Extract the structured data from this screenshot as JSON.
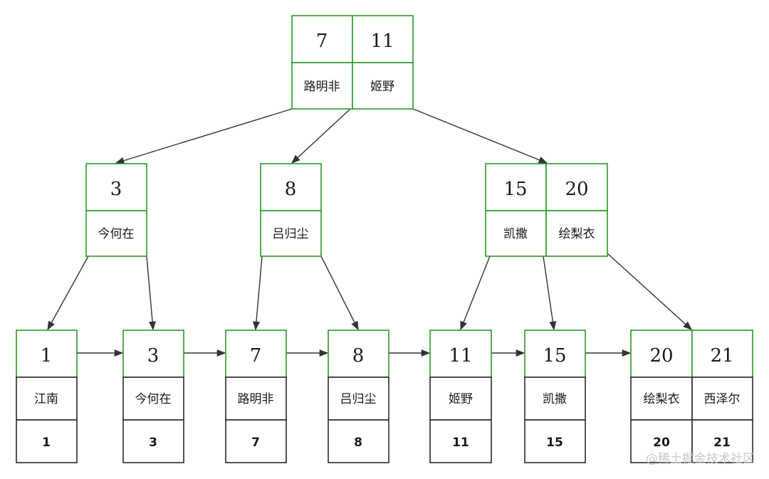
{
  "tree": {
    "root": {
      "cells": [
        {
          "key": "7",
          "value": "路明非"
        },
        {
          "key": "11",
          "value": "姬野"
        }
      ]
    },
    "internal": [
      {
        "cells": [
          {
            "key": "3",
            "value": "今何在"
          }
        ]
      },
      {
        "cells": [
          {
            "key": "8",
            "value": "吕归尘"
          }
        ]
      },
      {
        "cells": [
          {
            "key": "15",
            "value": "凯撒"
          },
          {
            "key": "20",
            "value": "绘梨衣"
          }
        ]
      }
    ],
    "leaves": [
      {
        "cells": [
          {
            "key": "1",
            "value": "江南",
            "id": "1"
          }
        ]
      },
      {
        "cells": [
          {
            "key": "3",
            "value": "今何在",
            "id": "3"
          }
        ]
      },
      {
        "cells": [
          {
            "key": "7",
            "value": "路明非",
            "id": "7"
          }
        ]
      },
      {
        "cells": [
          {
            "key": "8",
            "value": "吕归尘",
            "id": "8"
          }
        ]
      },
      {
        "cells": [
          {
            "key": "11",
            "value": "姬野",
            "id": "11"
          }
        ]
      },
      {
        "cells": [
          {
            "key": "15",
            "value": "凯撒",
            "id": "15"
          }
        ]
      },
      {
        "cells": [
          {
            "key": "20",
            "value": "绘梨衣",
            "id": "20"
          },
          {
            "key": "21",
            "value": "西泽尔",
            "id": "21"
          }
        ]
      }
    ]
  },
  "watermark": "@稀土掘金技术社区",
  "colors": {
    "node_border": "#2a9a2a",
    "leaf_row_border": "#2a2a2a",
    "edge": "#333333"
  }
}
